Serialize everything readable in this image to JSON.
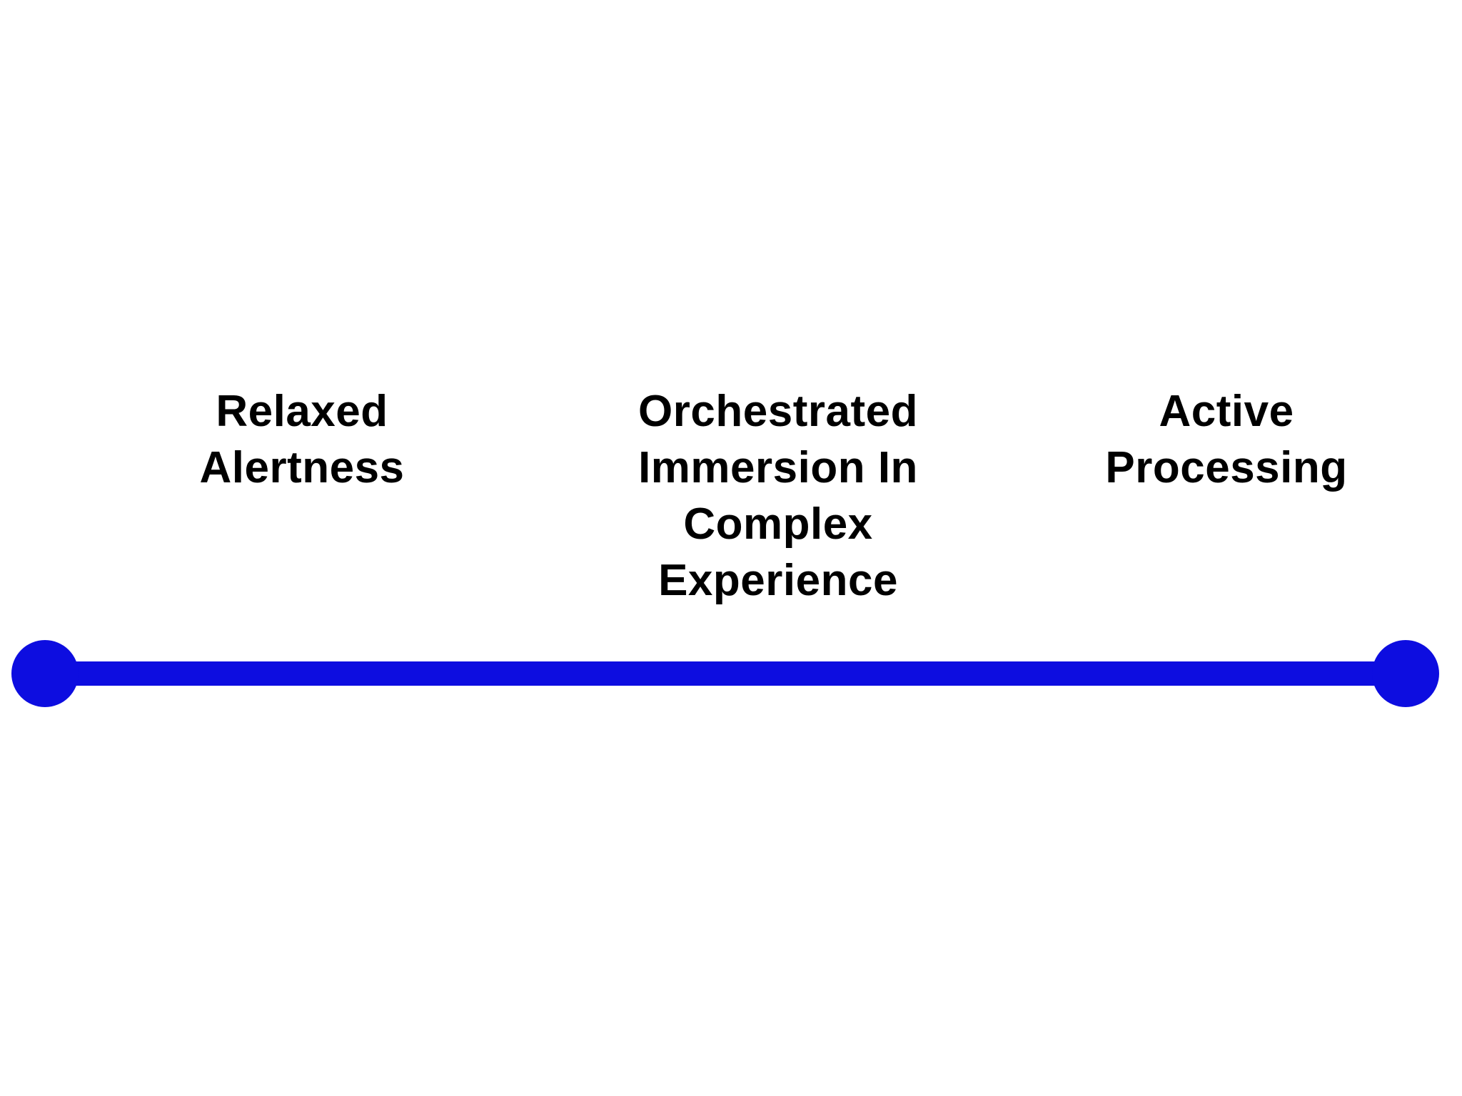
{
  "colors": {
    "background": "#ffffff",
    "text": "#000000",
    "line": "#0d0de0"
  },
  "labels": {
    "left": [
      "Relaxed",
      "Alertness"
    ],
    "middle": [
      "Orchestrated",
      "Immersion In",
      "Complex",
      "Experience"
    ],
    "right": [
      "Active",
      "Processing"
    ]
  }
}
